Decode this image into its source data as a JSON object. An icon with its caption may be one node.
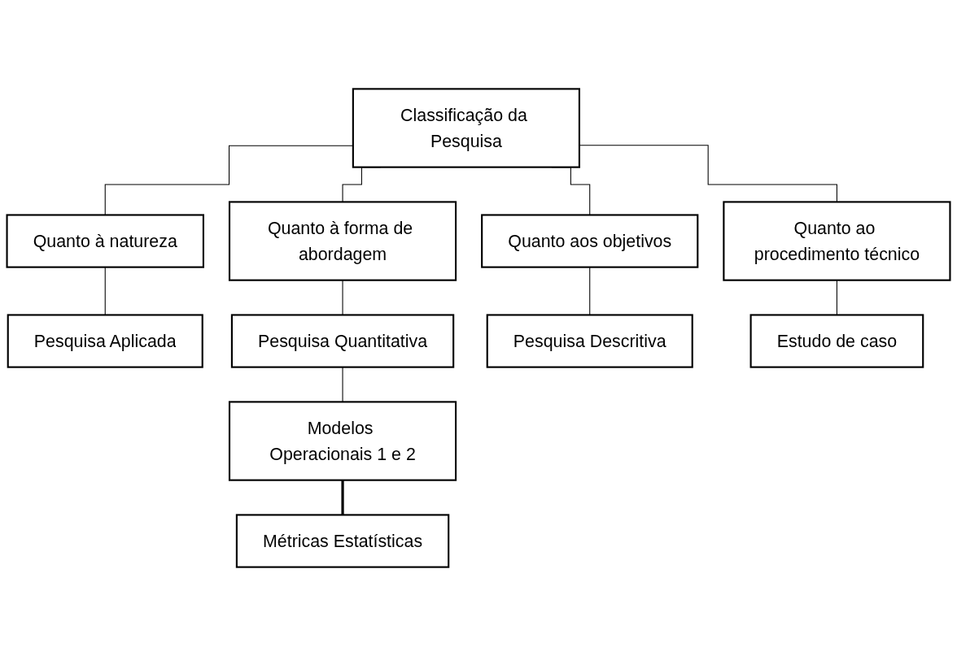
{
  "diagram": {
    "nodes": [
      {
        "text": [
          "Classificação da Pesquisa"
        ]
      },
      {
        "text": [
          "Quanto à natureza"
        ]
      },
      {
        "text": [
          "Quanto à forma de abordagem"
        ]
      },
      {
        "text": [
          "Quanto aos objetivos"
        ]
      },
      {
        "text": [
          "Quanto ao procedimento técnico"
        ]
      },
      {
        "text": [
          "Pesquisa Aplicada"
        ]
      },
      {
        "text": [
          "Pesquisa Quantitativa"
        ]
      },
      {
        "text": [
          "Pesquisa Descritiva"
        ]
      },
      {
        "text": [
          "Estudo de caso"
        ]
      },
      {
        "text": [
          "Modelos Operacionais 1 e 2"
        ]
      },
      {
        "text": [
          "Métricas Estatísticas"
        ]
      }
    ],
    "edges": [
      {
        "from": 0,
        "to": 1,
        "arrow": "none"
      },
      {
        "from": 0,
        "to": 2,
        "arrow": "none"
      },
      {
        "from": 0,
        "to": 3,
        "arrow": "none"
      },
      {
        "from": 0,
        "to": 4,
        "arrow": "none"
      },
      {
        "from": 1,
        "to": 5,
        "arrow": "none"
      },
      {
        "from": 2,
        "to": 6,
        "arrow": "none"
      },
      {
        "from": 3,
        "to": 7,
        "arrow": "none"
      },
      {
        "from": 4,
        "to": 8,
        "arrow": "none"
      },
      {
        "from": 6,
        "to": 9,
        "arrow": "none"
      },
      {
        "from": 9,
        "to": 10,
        "arrow": "none",
        "style": "thick"
      }
    ]
  }
}
